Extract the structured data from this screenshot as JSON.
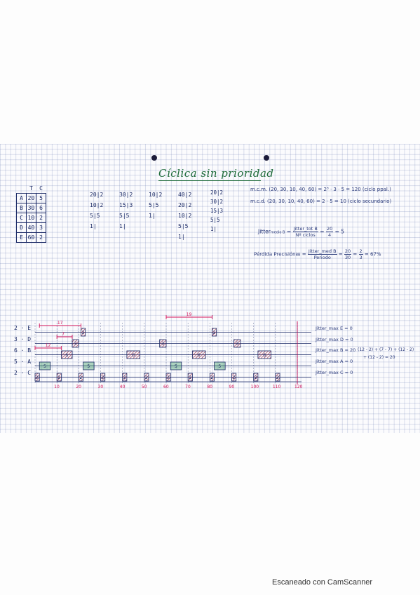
{
  "title": "Cíclica sin prioridad",
  "task_table": {
    "headers": [
      "T",
      "C"
    ],
    "rows": [
      {
        "name": "A",
        "t": "20",
        "c": "5"
      },
      {
        "name": "B",
        "t": "30",
        "c": "6"
      },
      {
        "name": "C",
        "t": "10",
        "c": "2"
      },
      {
        "name": "D",
        "t": "40",
        "c": "3"
      },
      {
        "name": "E",
        "t": "60",
        "c": "2"
      }
    ]
  },
  "factorizations": [
    {
      "lines": [
        "20|2",
        "10|2",
        "5|5",
        "1|"
      ]
    },
    {
      "lines": [
        "30|2",
        "15|3",
        "5|5",
        "1|"
      ]
    },
    {
      "lines": [
        "10|2",
        "5|5",
        "1|"
      ]
    },
    {
      "lines": [
        "40|2",
        "20|2",
        "10|2",
        "5|5",
        "1|"
      ]
    },
    {
      "lines": [
        "20|2",
        "30|2",
        "15|3",
        "5|5",
        "1|"
      ]
    }
  ],
  "mcm": "m.c.m. (20, 30, 10, 40, 60) = 2³ · 3 · 5 = 120 (ciclo ppal.)",
  "mcd": "m.c.d. (20, 30, 10, 40, 60) = 2 · 5 = 10 (ciclo secundario)",
  "jitter_medio": {
    "lhs": "Jitter",
    "lhs_sub": "medio B",
    "num": "Jitter_tot B",
    "den": "Nº ciclos",
    "rhs_num": "20",
    "rhs_den": "4",
    "result": "= 5"
  },
  "perdida_precision": {
    "lhs": "Pérdida Precisión",
    "lhs_sub": "BB",
    "num": "Jitter_med B",
    "den": "Periodo",
    "n1": "20",
    "d1": "30",
    "n2": "2",
    "d2": "3",
    "result": "= 67%"
  },
  "gantt": {
    "rows": [
      {
        "label": "2 · E",
        "jitter": "Jitter_max E = 0"
      },
      {
        "label": "3 · D",
        "jitter": "Jitter_max D = 0"
      },
      {
        "label": "6 · B",
        "jitter": "Jitter_max B = 20"
      },
      {
        "label": "5 · A",
        "jitter": "Jitter_max A = 0"
      },
      {
        "label": "2 · C",
        "jitter": "Jitter_max C = 0"
      }
    ],
    "formula_line1": "(12 - 2) + (7 - 7) + (12 - 2)",
    "formula_line2": "+ (12 - 2) = 20",
    "ticks": [
      "10",
      "20",
      "30",
      "40",
      "50",
      "60",
      "70",
      "80",
      "90",
      "100",
      "110",
      "120"
    ],
    "annotations": {
      "dim_e": "17",
      "dim_top": "19",
      "dim_b": "12",
      "dim_d": "7"
    },
    "blocks": [
      {
        "row": 0,
        "start": 21,
        "end": 23,
        "label": "2"
      },
      {
        "row": 0,
        "start": 81,
        "end": 83,
        "label": "2"
      },
      {
        "row": 1,
        "start": 17,
        "end": 20,
        "label": "3"
      },
      {
        "row": 1,
        "start": 57,
        "end": 60,
        "label": "3"
      },
      {
        "row": 1,
        "start": 91,
        "end": 94,
        "label": "3"
      },
      {
        "row": 2,
        "start": 12,
        "end": 17,
        "label": "6"
      },
      {
        "row": 2,
        "start": 42,
        "end": 48,
        "label": "6"
      },
      {
        "row": 2,
        "start": 72,
        "end": 78,
        "label": "6"
      },
      {
        "row": 2,
        "start": 102,
        "end": 108,
        "label": "6"
      },
      {
        "row": 3,
        "start": 2,
        "end": 7,
        "label": "5"
      },
      {
        "row": 3,
        "start": 22,
        "end": 27,
        "label": "5"
      },
      {
        "row": 3,
        "start": 62,
        "end": 67,
        "label": "5"
      },
      {
        "row": 3,
        "start": 82,
        "end": 87,
        "label": "5"
      },
      {
        "row": 4,
        "start": 0,
        "end": 2,
        "label": "2"
      },
      {
        "row": 4,
        "start": 10,
        "end": 12,
        "label": "2"
      },
      {
        "row": 4,
        "start": 20,
        "end": 22,
        "label": "2"
      },
      {
        "row": 4,
        "start": 30,
        "end": 32,
        "label": "2"
      },
      {
        "row": 4,
        "start": 40,
        "end": 42,
        "label": "2"
      },
      {
        "row": 4,
        "start": 50,
        "end": 52,
        "label": "2"
      },
      {
        "row": 4,
        "start": 60,
        "end": 62,
        "label": "2"
      },
      {
        "row": 4,
        "start": 70,
        "end": 72,
        "label": "2"
      },
      {
        "row": 4,
        "start": 80,
        "end": 82,
        "label": "2"
      },
      {
        "row": 4,
        "start": 90,
        "end": 92,
        "label": "2"
      },
      {
        "row": 4,
        "start": 100,
        "end": 102,
        "label": "2"
      },
      {
        "row": 4,
        "start": 110,
        "end": 112,
        "label": "2"
      }
    ],
    "colors": {
      "ink": "#1b2a66",
      "red": "#d4145a",
      "green": "#1e8a4a",
      "hatch": "#a01f3a"
    }
  },
  "footer": "Escaneado con CamScanner"
}
